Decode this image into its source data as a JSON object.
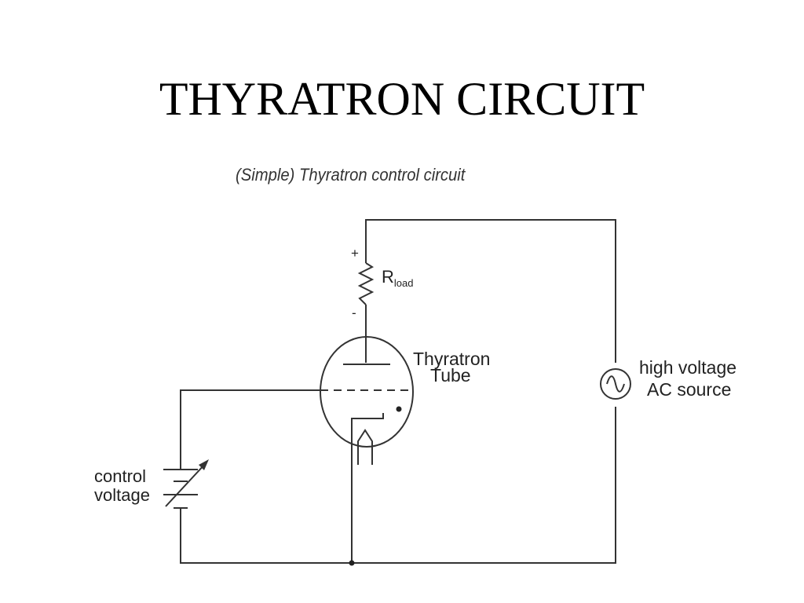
{
  "slide": {
    "title": "THYRATRON CIRCUIT"
  },
  "diagram": {
    "caption": "(Simple) Thyratron control circuit",
    "labels": {
      "plus": "+",
      "minus": "-",
      "r_main": "R",
      "r_sub": "load",
      "tube_line1": "Thyratron",
      "tube_line2": "Tube",
      "source_line1": "high voltage",
      "source_line2": "AC source",
      "control_line1": "control",
      "control_line2": "voltage"
    },
    "icons": [
      "resistor-icon",
      "thyratron-tube-icon",
      "ac-source-icon",
      "variable-battery-icon"
    ],
    "colors": {
      "wire": "#333333",
      "text": "#222222"
    }
  }
}
